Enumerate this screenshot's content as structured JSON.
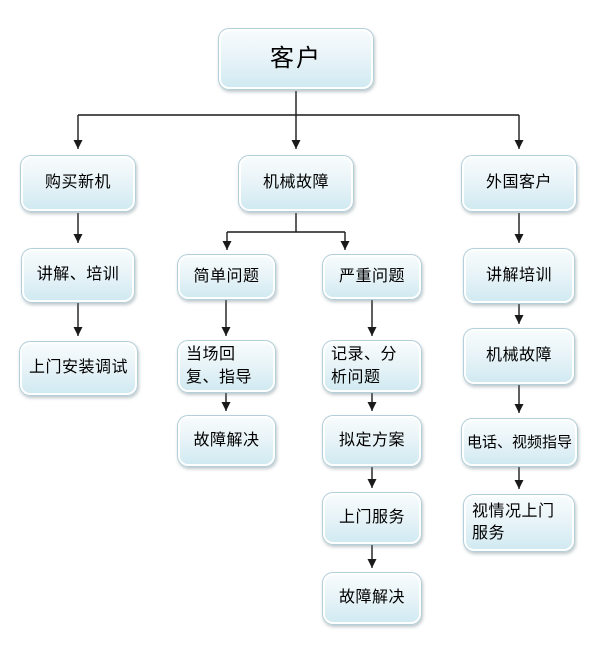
{
  "style": {
    "page_bg": "#ffffff",
    "node_fill_top": "#f8fcfd",
    "node_fill_bottom": "#cfe9f1",
    "node_border": "#b3cfd9",
    "node_inner_border": "#ffffff",
    "text_color": "#000000",
    "connector_color": "#1a1a1a"
  },
  "nodes": {
    "customer": {
      "label": "客户"
    },
    "buy_new_machine": {
      "label": "购买新机"
    },
    "mechanical_failure": {
      "label": "机械故障"
    },
    "foreign_customer": {
      "label": "外国客户"
    },
    "explain_training": {
      "label": "讲解、培训"
    },
    "onsite_install_debug": {
      "label": "上门安装调试"
    },
    "simple_problem": {
      "label": "简单问题"
    },
    "onsite_reply_guidance": {
      "label": "当场回复、指导"
    },
    "fault_resolved_simple": {
      "label": "故障解决"
    },
    "serious_problem": {
      "label": "严重问题"
    },
    "record_analyze_problem": {
      "label": "记录、分析问题"
    },
    "draft_plan": {
      "label": "拟定方案"
    },
    "onsite_service": {
      "label": "上门服务"
    },
    "fault_resolved_serious": {
      "label": "故障解决"
    },
    "explain_training_foreign": {
      "label": "讲解培训"
    },
    "mechanical_failure_foreign": {
      "label": "机械故障"
    },
    "phone_video_guidance": {
      "label": "电话、视频指导"
    },
    "onsite_service_conditional": {
      "label": "视情况上门服务"
    }
  },
  "edges": [
    {
      "from": "customer",
      "to": "buy_new_machine"
    },
    {
      "from": "customer",
      "to": "mechanical_failure"
    },
    {
      "from": "customer",
      "to": "foreign_customer"
    },
    {
      "from": "buy_new_machine",
      "to": "explain_training"
    },
    {
      "from": "explain_training",
      "to": "onsite_install_debug"
    },
    {
      "from": "mechanical_failure",
      "to": "simple_problem"
    },
    {
      "from": "mechanical_failure",
      "to": "serious_problem"
    },
    {
      "from": "simple_problem",
      "to": "onsite_reply_guidance"
    },
    {
      "from": "onsite_reply_guidance",
      "to": "fault_resolved_simple"
    },
    {
      "from": "serious_problem",
      "to": "record_analyze_problem"
    },
    {
      "from": "record_analyze_problem",
      "to": "draft_plan"
    },
    {
      "from": "draft_plan",
      "to": "onsite_service"
    },
    {
      "from": "onsite_service",
      "to": "fault_resolved_serious"
    },
    {
      "from": "foreign_customer",
      "to": "explain_training_foreign"
    },
    {
      "from": "explain_training_foreign",
      "to": "mechanical_failure_foreign"
    },
    {
      "from": "mechanical_failure_foreign",
      "to": "phone_video_guidance"
    },
    {
      "from": "phone_video_guidance",
      "to": "onsite_service_conditional"
    }
  ]
}
